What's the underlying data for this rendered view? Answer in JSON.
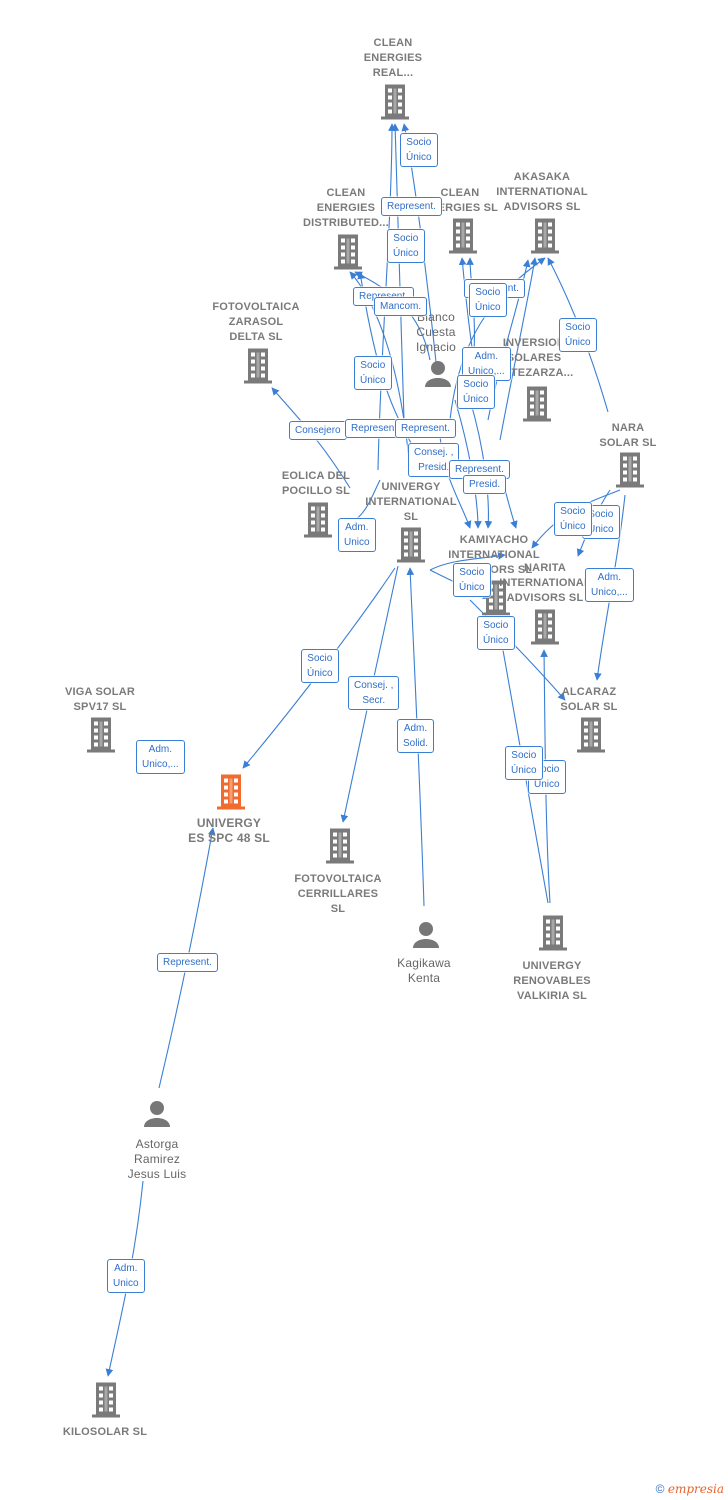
{
  "colors": {
    "edge": "#3a7fd5",
    "company": "#7a7a7a",
    "focus": "#f26b2e",
    "person": "#777777"
  },
  "nodes": [
    {
      "id": "clean_real",
      "kind": "company",
      "label": "CLEAN\nENERGIES\nREAL..."
    },
    {
      "id": "clean_dist",
      "kind": "company",
      "label": "CLEAN\nENERGIES\nDISTRIBUTED..."
    },
    {
      "id": "clean_sl",
      "kind": "company",
      "label": "CLEAN\nENERGIES SL"
    },
    {
      "id": "akasaka",
      "kind": "company",
      "label": "AKASAKA\nINTERNATIONAL\nADVISORS  SL"
    },
    {
      "id": "zarasol",
      "kind": "company",
      "label": "FOTOVOLTAICA\nZARASOL\nDELTA  SL"
    },
    {
      "id": "blanco",
      "kind": "person",
      "label": "Blanco\nCuesta\nIgnacio"
    },
    {
      "id": "inversion",
      "kind": "company",
      "label": "INVERSION\nSOLARES\nANTEZARZA..."
    },
    {
      "id": "nara",
      "kind": "company",
      "label": "NARA\nSOLAR  SL"
    },
    {
      "id": "eolica",
      "kind": "company",
      "label": "EOLICA DEL\nPOCILLO SL"
    },
    {
      "id": "univergy_int",
      "kind": "company",
      "label": "UNIVERGY\nINTERNATIONAL\nSL"
    },
    {
      "id": "kamiyacho",
      "kind": "company",
      "label": "KAMIYACHO\nINTERNATIONAL\nADVISORS  SL"
    },
    {
      "id": "narita",
      "kind": "company",
      "label": "NARITA\nINTERNATIONAL\nADVISORS  SL"
    },
    {
      "id": "viga",
      "kind": "company",
      "label": "VIGA SOLAR\nSPV17  SL"
    },
    {
      "id": "alcaraz",
      "kind": "company",
      "label": "ALCARAZ\nSOLAR SL"
    },
    {
      "id": "univergy48",
      "kind": "focus",
      "label": "UNIVERGY\nES SPC 48  SL"
    },
    {
      "id": "cerrillares",
      "kind": "company",
      "label": "FOTOVOLTAICA\nCERRILLARES\nSL"
    },
    {
      "id": "kagikawa",
      "kind": "person",
      "label": "Kagikawa\nKenta"
    },
    {
      "id": "valkiria",
      "kind": "company",
      "label": "UNIVERGY\nRENOVABLES\nVALKIRIA  SL"
    },
    {
      "id": "astorga",
      "kind": "person",
      "label": "Astorga\nRamirez\nJesus Luis"
    },
    {
      "id": "kilosolar",
      "kind": "company",
      "label": "KILOSOLAR  SL"
    }
  ],
  "edge_labels": [
    "Socio\nÚnico",
    "Represent.",
    "Socio\nÚnico",
    "Represent.",
    "Mancom.",
    "Represent.",
    "Socio\nÚnico",
    "Socio\nÚnico",
    "Socio\nÚnico",
    "Adm.\nUnico,...",
    "Socio\nÚnico",
    "Consejero",
    "Represent.",
    "Represent.",
    "Consej. ,\nPresid.",
    "Represent.",
    "Presid.",
    "Adm.\nUnico",
    "Socio\nÚnico",
    "Socio\nÚnico",
    "Socio\nÚnico",
    "Adm.\nUnico,...",
    "Socio\nÚnico",
    "Socio\nÚnico",
    "Consej. ,\nSecr.",
    "Adm.\nSolid.",
    "Adm.\nUnico,...",
    "Socio\nÚnico",
    "Socio\nÚnico",
    "Represent.",
    "Adm.\nUnico"
  ],
  "footer": {
    "copyright": "©",
    "brand": "empresia"
  }
}
